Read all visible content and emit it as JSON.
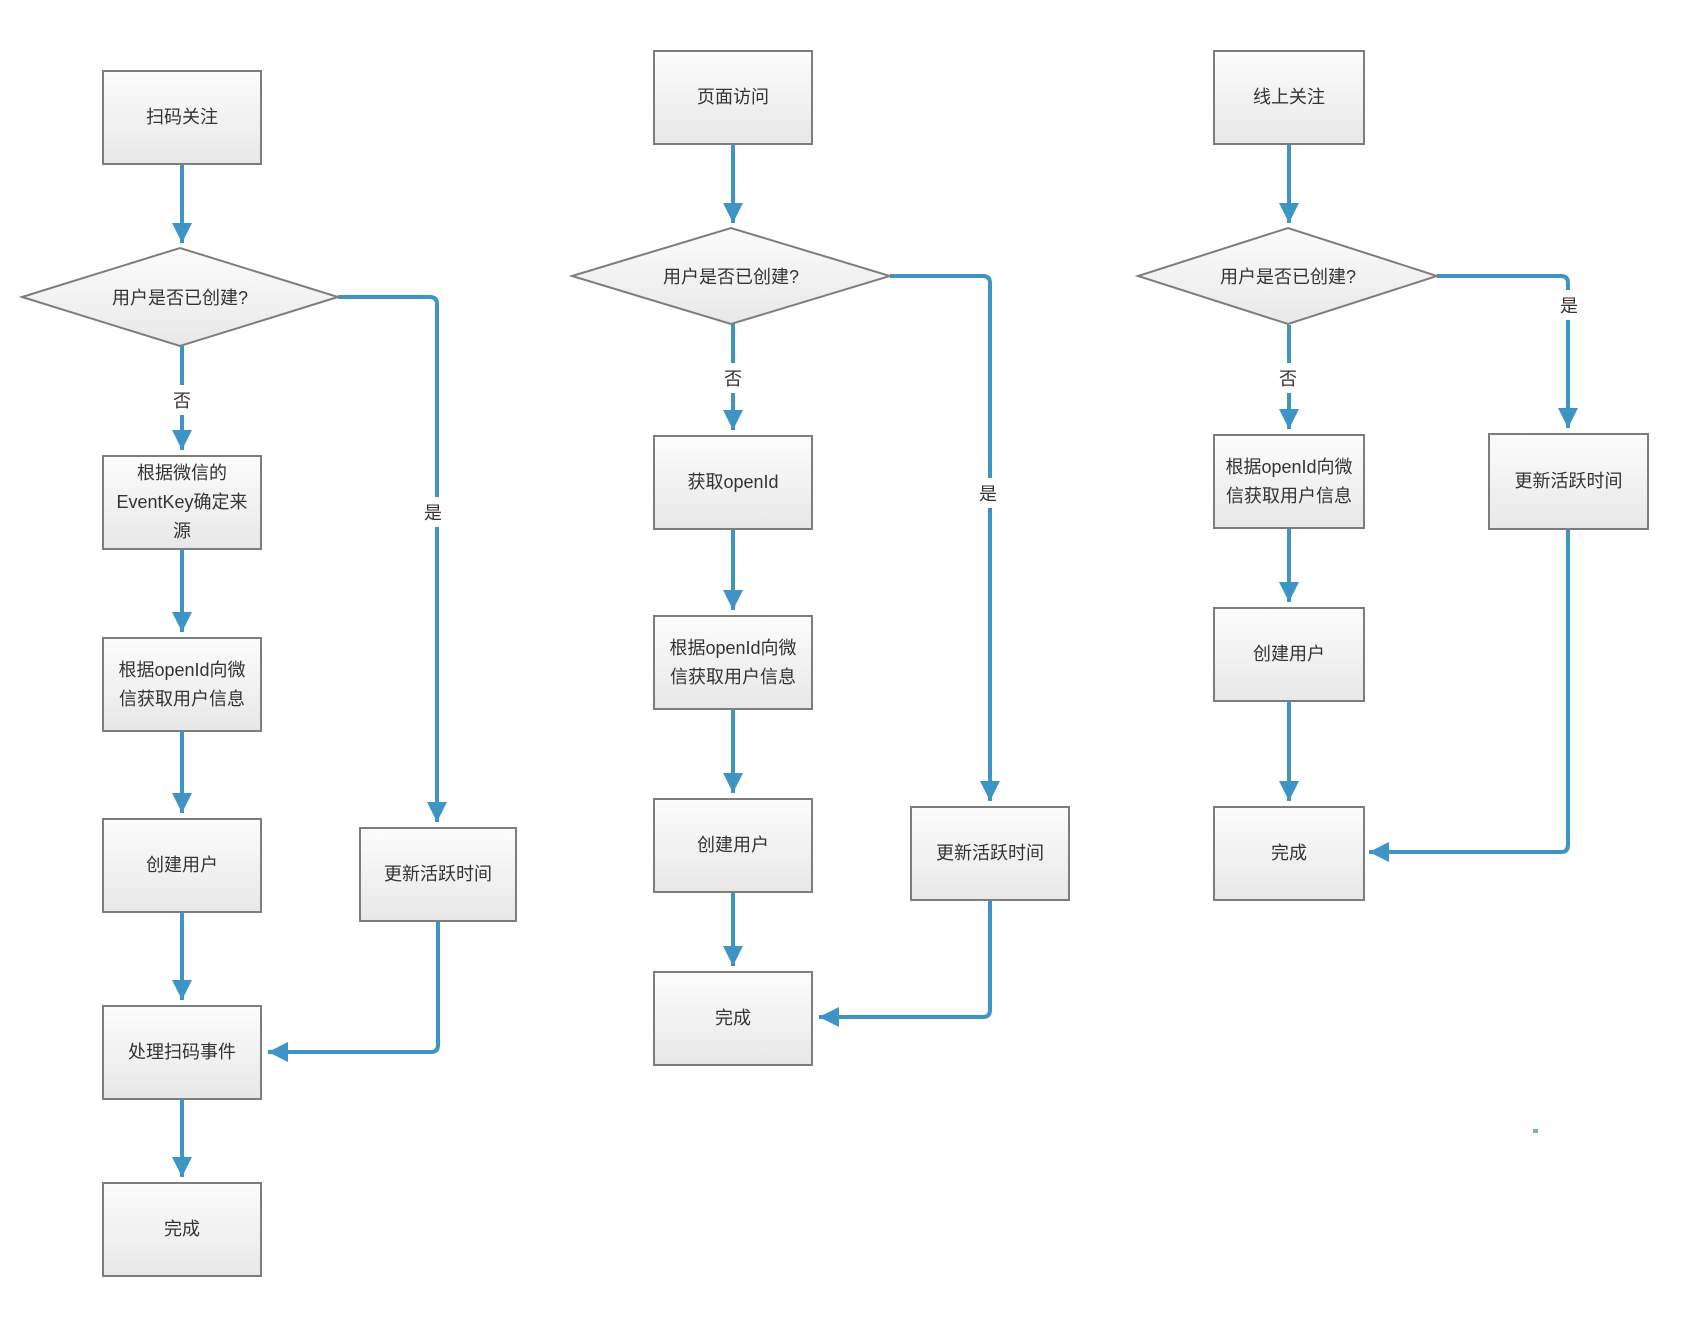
{
  "edge_labels": {
    "no": "否",
    "yes": "是"
  },
  "colors": {
    "line": "#3e95c5",
    "node_border": "#7d7d7d",
    "node_fill_top": "#fcfcfc",
    "node_fill_bottom": "#e8e8e8",
    "text": "#333333"
  },
  "flows": {
    "scan_follow": {
      "start": "扫码关注",
      "decision": "用户是否已创建?",
      "no_steps": [
        "根据微信的EventKey确定来源",
        "根据openId向微信获取用户信息",
        "创建用户",
        "处理扫码事件",
        "完成"
      ],
      "yes_step": "更新活跃时间"
    },
    "page_visit": {
      "start": "页面访问",
      "decision": "用户是否已创建?",
      "no_steps": [
        "获取openId",
        "根据openId向微信获取用户信息",
        "创建用户",
        "完成"
      ],
      "yes_step": "更新活跃时间"
    },
    "online_follow": {
      "start": "线上关注",
      "decision": "用户是否已创建?",
      "no_steps": [
        "根据openId向微信获取用户信息",
        "创建用户",
        "完成"
      ],
      "yes_step": "更新活跃时间"
    }
  }
}
